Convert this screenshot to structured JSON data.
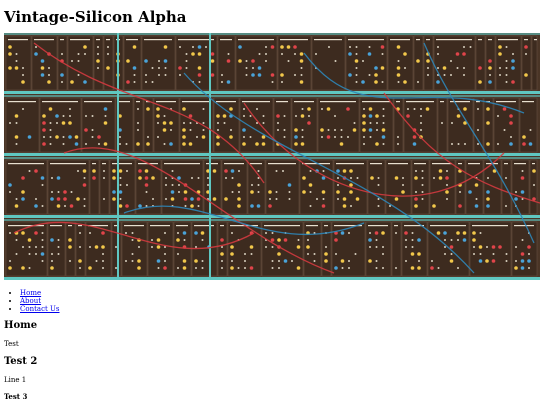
{
  "site": {
    "title": "Vintage-Silicon Alpha"
  },
  "banner": {
    "image": "modular-synthesizer-panels-with-patch-cables"
  },
  "nav": {
    "items": [
      {
        "label": "Home"
      },
      {
        "label": "About"
      },
      {
        "label": "Contact Us"
      }
    ]
  },
  "content": {
    "sections": [
      {
        "heading": "Home",
        "text": "Test"
      },
      {
        "heading": "Test 2",
        "text": "Line 1"
      },
      {
        "heading": "Test 3"
      }
    ]
  },
  "colors": {
    "panel": "#4a3526",
    "rail": "#5fc7c1",
    "cable_red": "#d23a3f",
    "cable_blue": "#2d86b8",
    "knob_yellow": "#f2c84b",
    "knob_red": "#e0444a",
    "link": "#0000ee"
  }
}
